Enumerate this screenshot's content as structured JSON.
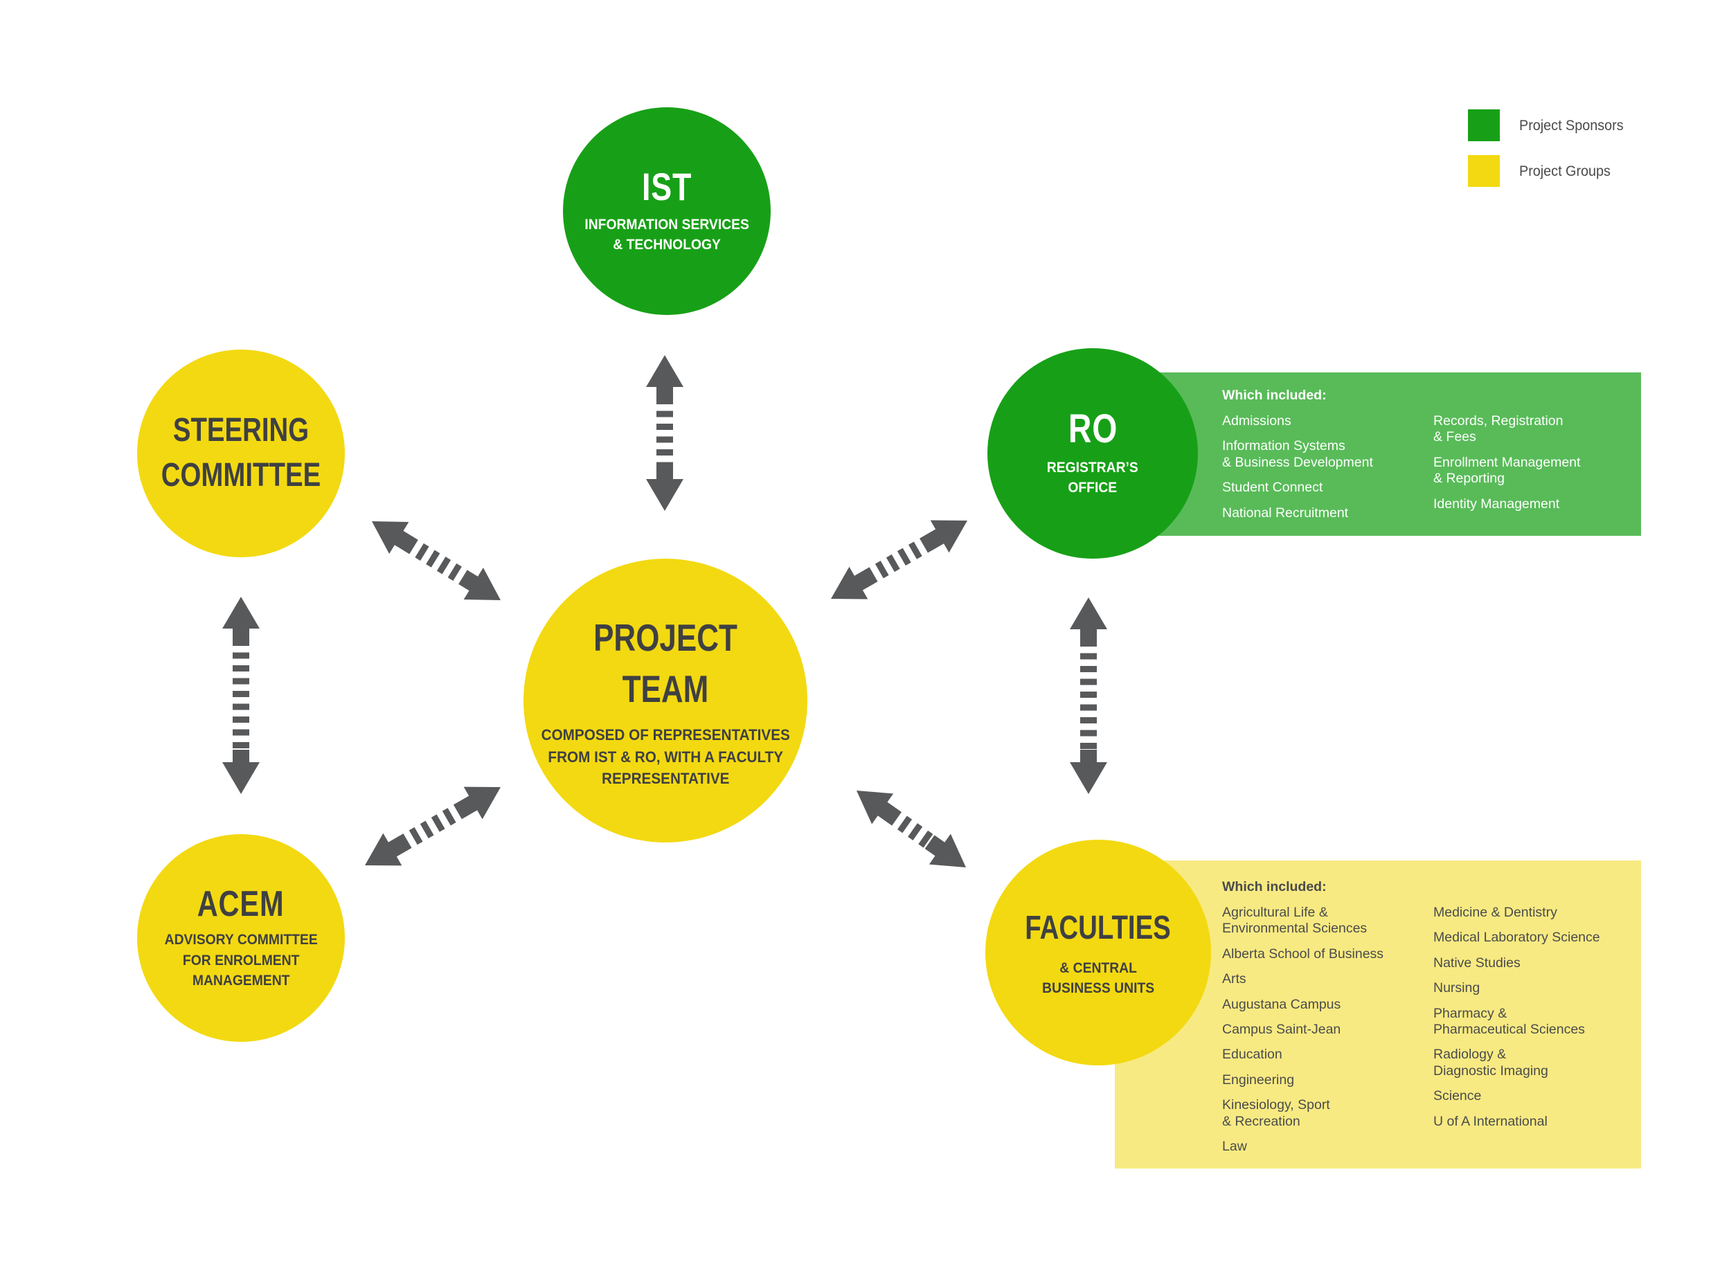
{
  "legend": {
    "items": [
      {
        "label": "Project Sponsors",
        "color": "#17A017"
      },
      {
        "label": "Project Groups",
        "color": "#F3D911"
      }
    ]
  },
  "nodes": {
    "ist": {
      "abbr": "IST",
      "label": "INFORMATION SERVICES\n& TECHNOLOGY"
    },
    "steering": {
      "title": "STEERING\nCOMMITTEE"
    },
    "ro": {
      "abbr": "RO",
      "label": "REGISTRAR’S\nOFFICE"
    },
    "project_team": {
      "title": "PROJECT TEAM",
      "label": "COMPOSED OF REPRESENTATIVES\nFROM IST & RO, WITH A FACULTY\nREPRESENTATIVE"
    },
    "acem": {
      "abbr": "ACEM",
      "label": "ADVISORY COMMITTEE\nFOR ENROLMENT\nMANAGEMENT"
    },
    "faculties": {
      "title": "FACULTIES",
      "label": "& CENTRAL\nBUSINESS UNITS"
    }
  },
  "ro_box": {
    "header": "Which included:",
    "col1": [
      "Admissions",
      "Information Systems\n& Business Development",
      "Student Connect",
      "National Recruitment"
    ],
    "col2": [
      "Records, Registration\n& Fees",
      "Enrollment Management\n& Reporting",
      "Identity Management"
    ],
    "panel_color": "#58BB58"
  },
  "faculties_box": {
    "header": "Which included:",
    "col1": [
      "Agricultural Life &\nEnvironmental Sciences",
      "Alberta School of Business",
      "Arts",
      "Augustana Campus",
      "Campus Saint-Jean",
      "Education",
      "Engineering",
      "Kinesiology, Sport\n& Recreation",
      "Law"
    ],
    "col2": [
      "Medicine & Dentistry",
      "Medical Laboratory Science",
      "Native Studies",
      "Nursing",
      "Pharmacy &\nPharmaceutical Sciences",
      "Radiology &\nDiagnostic Imaging",
      "Science",
      "U of A International"
    ],
    "panel_color": "#F8EA82"
  },
  "arrow_color": "#58595B"
}
